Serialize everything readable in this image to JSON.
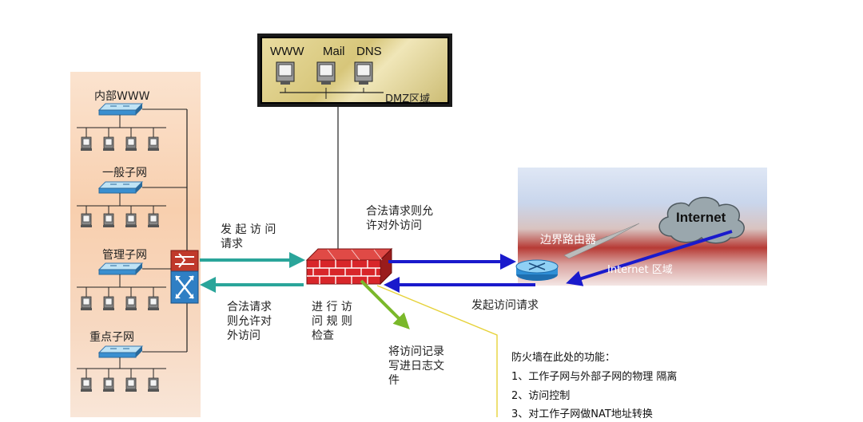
{
  "dmz": {
    "servers": [
      "WWW",
      "Mail",
      "DNS"
    ],
    "zone_label": "DMZ区域"
  },
  "subnets": [
    {
      "label": "内部WWW"
    },
    {
      "label": "一般子网"
    },
    {
      "label": "管理子网"
    },
    {
      "label": "重点子网"
    }
  ],
  "labels": {
    "initiate_request": "发 起 访 问\n请求",
    "legal_request_out": "合法请求则允\n许对外访问",
    "legal_request_in": "合法请求\n则允许对\n外访问",
    "rule_check": "进 行 访\n问 规 则\n检查",
    "log_record": "将访问记录\n写进日志文\n件",
    "external_request": "发起访问请求",
    "border_router": "边界路由器",
    "internet": "Internet",
    "internet_zone": "Internet 区域"
  },
  "firewall_functions": {
    "title": "防火墙在此处的功能：",
    "items": [
      "1、工作子网与外部子网的物理 隔离",
      "2、访问控制",
      "3、对工作子网做NAT地址转换"
    ]
  },
  "colors": {
    "teal_arrow": "#2aa59a",
    "blue_arrow": "#1a1acc",
    "green_arrow": "#7ab82a",
    "callout_line": "#e6d23a",
    "firewall_red": "#d8262a"
  }
}
